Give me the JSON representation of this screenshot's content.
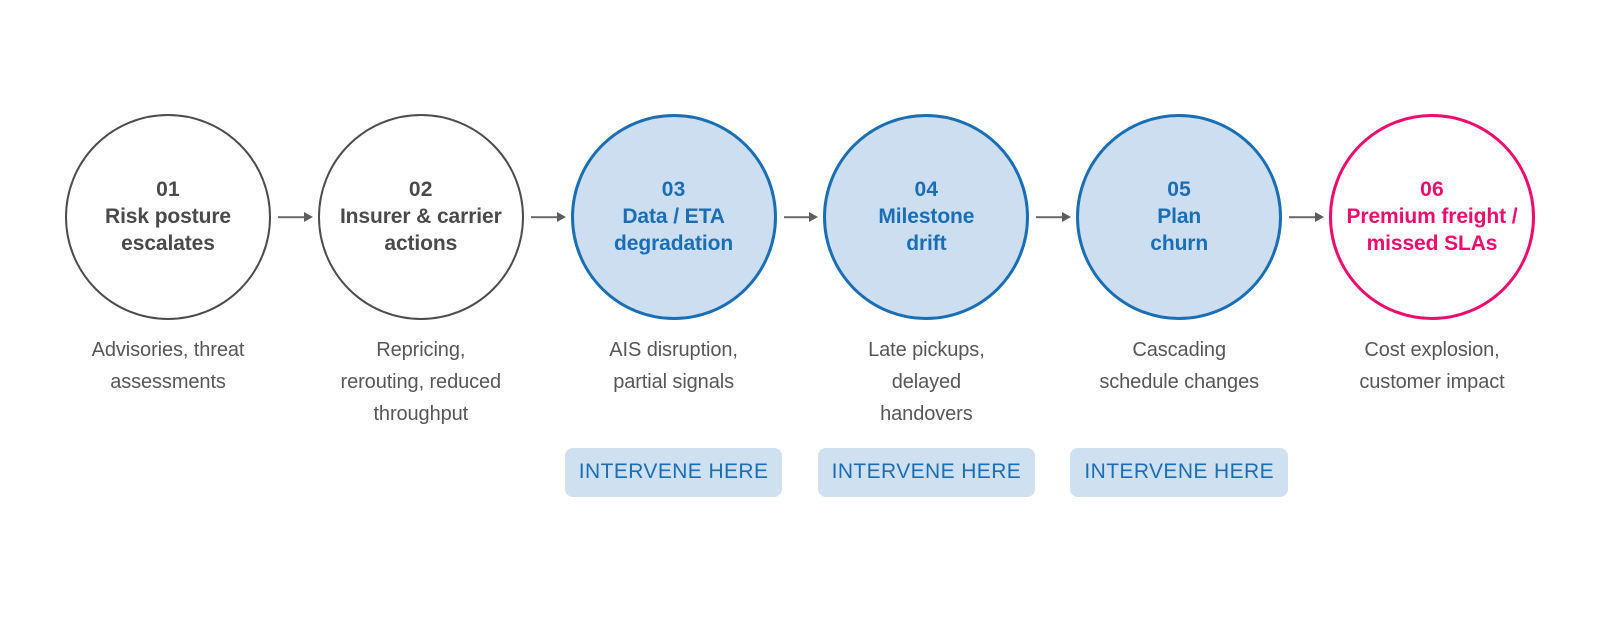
{
  "diagram": {
    "type": "linear-escalation-flow",
    "node_count": 6,
    "colors": {
      "neutral_stroke": "#4d4d4d",
      "neutral_text": "#4a4a4a",
      "blue_fill": "#ccdeef",
      "blue_stroke": "#1a6fb4",
      "blue_text": "#1a6fb4",
      "pink_stroke": "#ec0d6e",
      "pink_text": "#ec0d6e",
      "caption_text": "#575757",
      "badge_fill": "#cfe0f0",
      "badge_text": "#1a6fb4",
      "arrow": "#6b6b6b",
      "background": "#ffffff"
    },
    "nodes": [
      {
        "number": "01",
        "title": "Risk posture\nescalates",
        "caption": "Advisories, threat\nassessments",
        "style": "neutral",
        "badge": null
      },
      {
        "number": "02",
        "title": "Insurer & carrier\nactions",
        "caption": "Repricing,\nrerouting, reduced\nthroughput",
        "style": "neutral",
        "badge": null
      },
      {
        "number": "03",
        "title": "Data / ETA\ndegradation",
        "caption": "AIS disruption,\npartial signals",
        "style": "blue",
        "badge": "INTERVENE HERE"
      },
      {
        "number": "04",
        "title": "Milestone\ndrift",
        "caption": "Late pickups,\ndelayed\nhandovers",
        "style": "blue",
        "badge": "INTERVENE HERE"
      },
      {
        "number": "05",
        "title": "Plan\nchurn",
        "caption": "Cascading\nschedule changes",
        "style": "blue",
        "badge": "INTERVENE HERE"
      },
      {
        "number": "06",
        "title": "Premium freight /\nmissed SLAs",
        "caption": "Cost explosion,\ncustomer impact",
        "style": "pink",
        "badge": null
      }
    ],
    "connectors": [
      {
        "from": "01",
        "to": "02",
        "kind": "arrow-right"
      },
      {
        "from": "02",
        "to": "03",
        "kind": "arrow-right"
      },
      {
        "from": "03",
        "to": "04",
        "kind": "arrow-right"
      },
      {
        "from": "04",
        "to": "05",
        "kind": "arrow-right"
      },
      {
        "from": "05",
        "to": "06",
        "kind": "arrow-right"
      }
    ]
  }
}
